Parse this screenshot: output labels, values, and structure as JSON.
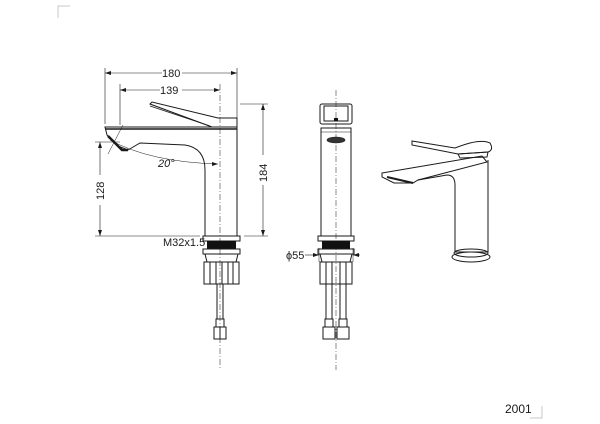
{
  "drawing": {
    "number": "2001",
    "colors": {
      "line": "#1a1a1a",
      "fill_dark": "#111111",
      "frame": "#c8c8c8"
    },
    "side_view": {
      "dimensions": {
        "overall_length": "180",
        "spout_reach": "139",
        "overall_height": "184",
        "spout_height": "128",
        "spout_angle": "20°",
        "thread": "M32x1.5"
      }
    },
    "front_view": {
      "dimensions": {
        "base_diameter": "ϕ55"
      }
    },
    "isometric_view": {
      "label": ""
    }
  }
}
